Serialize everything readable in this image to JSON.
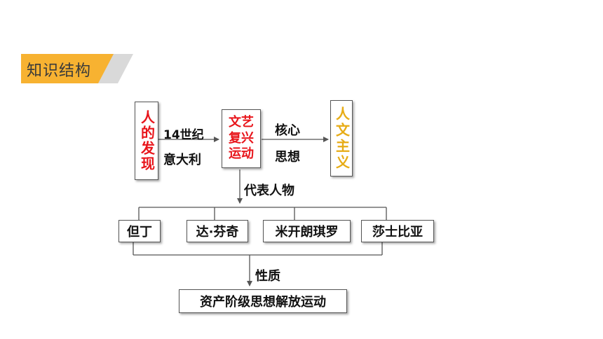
{
  "header": {
    "title": "知识结构"
  },
  "diagram": {
    "left_box": "人的发现",
    "center_box": "文艺复兴运动",
    "right_box": "人文主义",
    "arrow1_top": "14世纪",
    "arrow1_bottom": "意大利",
    "arrow2_top": "核心",
    "arrow2_bottom": "思想",
    "down_label": "代表人物",
    "figures": [
      "但丁",
      "达·芬奇",
      "米开朗琪罗",
      "莎士比亚"
    ],
    "nature_label": "性质",
    "result_box": "资产阶级思想解放运动"
  },
  "colors": {
    "red": "#e8151b",
    "gold": "#e7ac16",
    "header_orange": "#f7b231",
    "header_gray": "#d9d9d9"
  }
}
